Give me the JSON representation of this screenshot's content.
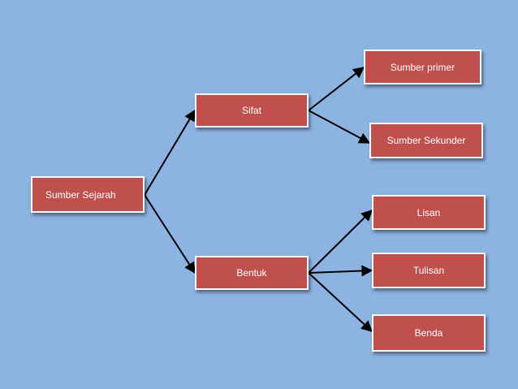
{
  "colors": {
    "background": "#8db3e2",
    "node_fill": "#c0504d",
    "node_border": "#ffffff",
    "arrow": "#000000"
  },
  "nodes": {
    "root": "Sumber Sejarah",
    "sifat": "Sifat",
    "bentuk": "Bentuk",
    "primer": "Sumber primer",
    "sekunder": "Sumber Sekunder",
    "lisan": "Lisan",
    "tulisan": "Tulisan",
    "benda": "Benda"
  }
}
